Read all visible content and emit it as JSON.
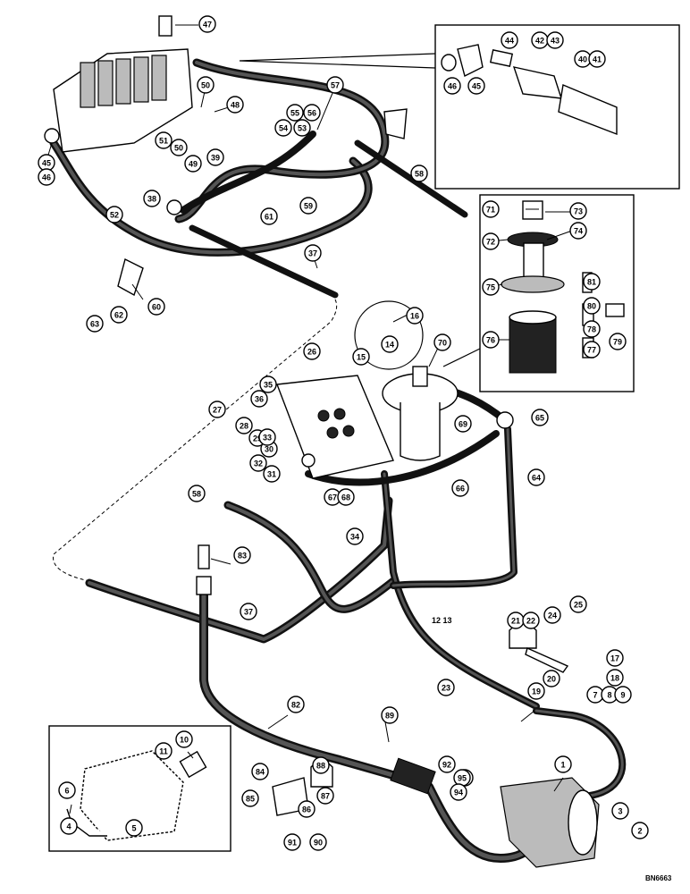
{
  "drawing": {
    "code": "BN6663",
    "label_12_13": "12 13"
  },
  "callouts": [
    "47",
    "45",
    "46",
    "50",
    "48",
    "51",
    "50",
    "49",
    "57",
    "55",
    "56",
    "54",
    "53",
    "39",
    "38",
    "52",
    "61",
    "59",
    "58",
    "37",
    "60",
    "63",
    "62",
    "44",
    "42",
    "43",
    "40",
    "41",
    "46",
    "45",
    "71",
    "73",
    "72",
    "74",
    "75",
    "81",
    "80",
    "78",
    "79",
    "77",
    "76",
    "16",
    "15",
    "14",
    "70",
    "26",
    "35",
    "36",
    "27",
    "28",
    "29",
    "30",
    "33",
    "32",
    "31",
    "69",
    "65",
    "64",
    "66",
    "67",
    "68",
    "58",
    "34",
    "83",
    "37",
    "21",
    "22",
    "24",
    "25",
    "17",
    "18",
    "20",
    "19",
    "23",
    "7",
    "8",
    "9",
    "82",
    "89",
    "88",
    "84",
    "85",
    "86",
    "87",
    "91",
    "90",
    "92",
    "93",
    "95",
    "94",
    "1",
    "3",
    "2",
    "10",
    "11",
    "6",
    "4",
    "5"
  ]
}
